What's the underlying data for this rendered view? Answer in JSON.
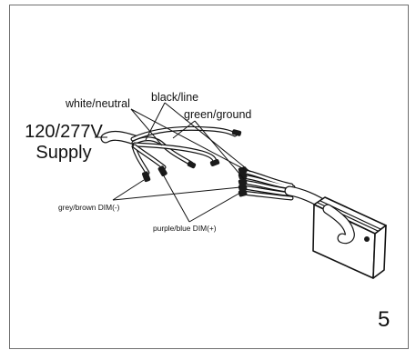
{
  "supply_label": {
    "line1": "120/277V",
    "line2": "Supply"
  },
  "wire_labels": {
    "white": "white/neutral",
    "black": "black/line",
    "green": "green/ground",
    "grey": "grey/brown DIM(-)",
    "purple": "purple/blue DIM(+)"
  },
  "step_number": "5"
}
